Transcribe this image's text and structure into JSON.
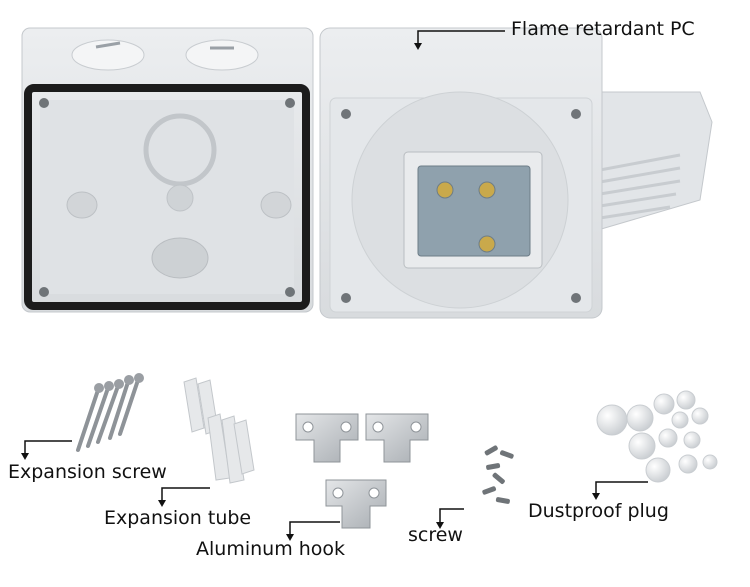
{
  "labels": {
    "flame_retardant": "Flame retardant PC",
    "expansion_screw": "Expansion screw",
    "expansion_tube": "Expansion tube",
    "aluminum_hook": "Aluminum hook",
    "screw": "screw",
    "dustproof_plug": "Dustproof plug"
  },
  "colors": {
    "housing": "#e6e8ea",
    "gasket": "#1c1c1c",
    "socket_insert": "#8fa1ad",
    "hardware_metal": "#9a9ea3",
    "plug_white": "#eef0f2"
  }
}
